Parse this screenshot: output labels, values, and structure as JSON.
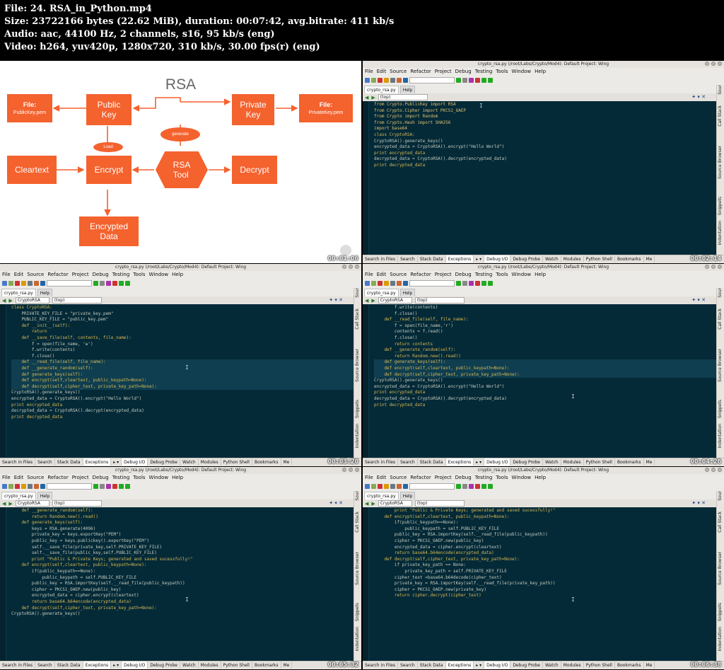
{
  "header": {
    "lines": [
      "File: 24. RSA_in_Python.mp4",
      "Size: 23722166 bytes (22.62 MiB), duration: 00:07:42, avg.bitrate: 411 kb/s",
      "Audio: aac, 44100 Hz, 2 channels, s16, 95 kb/s (eng)",
      "Video: h264, yuv420p, 1280x720, 310 kb/s, 30.00 fps(r) (eng)"
    ]
  },
  "slide": {
    "title": "RSA",
    "file_public": "File:",
    "file_public_name": "PublicKey.pem",
    "public_key": "Public\nKey",
    "private_key": "Private\nKey",
    "file_private": "File:",
    "file_private_name": "PrivateKey.pem",
    "generate": "generate",
    "load": "Load",
    "cleartext": "Cleartext",
    "encrypt": "Encrypt",
    "rsa_tool": "RSA\nTool",
    "decrypt": "Decrypt",
    "encrypted_data": "Encrypted\nData",
    "timestamp": "00:01:06"
  },
  "ide": {
    "title": "crypto_rsa.py (/root/Labs/Crypto/Mod4): Default Project: Wing",
    "menu": [
      "File",
      "Edit",
      "Source",
      "Refactor",
      "Project",
      "Debug",
      "Testing",
      "Tools",
      "Window",
      "Help"
    ],
    "file_tab": "crypto_rsa.py",
    "help_tab": "Help",
    "side_tabs": [
      "Sour",
      "Call Stack",
      "Source Browser",
      "Snippets",
      "Indentation"
    ],
    "bottom_tabs": [
      "Search in Files",
      "Search",
      "Stack Data",
      "Exceptions",
      "Debug I/O",
      "Debug Probe",
      "Watch",
      "Modules",
      "Python Shell",
      "Bookmarks",
      "Me"
    ],
    "scope_top": "(top)",
    "scope_class": "CryptoRSA"
  },
  "tiles": [
    {
      "timestamp": "00:02:14",
      "scope": "(top)",
      "code": [
        "from Crypto.PublicKey import RSA",
        "from Crypto.Cipher import PKCS1_OAEP",
        "from Crypto import Random",
        "from Crypto.Hash import SHA256",
        "import base64",
        "",
        "class CryptoRSA:",
        "CryptoRSA().generate_keys()",
        "encrypted_data = CryptoRSA().encrypt(\"Hello World\")",
        "print encrypted_data",
        "decrypted_data = CryptoRSA().decrypt(encrypted_data)",
        "print decrypted_data"
      ]
    },
    {
      "timestamp": "00:03:20",
      "scope": "CryptoRSA",
      "code": [
        "class CryptoRSA:",
        "    PRIVATE_KEY_FILE = \"private_key.pem\"",
        "    PUBLIC_KEY_FILE = \"public_key.pem\"",
        "",
        "    def __init__(self):",
        "        return",
        "",
        "    def __save_file(self, contents, file_name):",
        "        f = open(file_name, 'w')",
        "        f.write(contents)",
        "        f.close()",
        "",
        "    def __read_file(self, file_name):",
        "    def __generate_random(self):",
        "    def generate_keys(self):",
        "    def encrypt(self,cleartext, public_keypath=None):",
        "    def decrypt(self,cipher_text, private_key_path=None):",
        "",
        "CryptoRSA().generate_keys()",
        "encrypted_data = CryptoRSA().encrypt(\"Hello World\")",
        "print encrypted_data",
        "decrypted_data = CryptoRSA().decrypt(encrypted_data)",
        "print decrypted_data"
      ]
    },
    {
      "timestamp": "00:04:26",
      "scope": "CryptoRSA",
      "code": [
        "        f.write(contents)",
        "        f.close()",
        "",
        "    def __read_file(self, file_name):",
        "        f = open(file_name,'r')",
        "        contents = f.read()",
        "        f.close()",
        "        return contents",
        "",
        "    def __generate_random(self):",
        "        return Random.new().read()",
        "",
        "    def generate_keys(self):",
        "    def encrypt(self,cleartext, public_keypath=None):",
        "    def decrypt(self,cipher_text, private_key_path=None):",
        "",
        "CryptoRSA().generate_keys()",
        "encrypted_data = CryptoRSA().encrypt(\"Hello World\")",
        "print encrypted_data",
        "decrypted_data = CryptoRSA().decrypt(encrypted_data)",
        "print decrypted_data"
      ]
    },
    {
      "timestamp": "00:05:32",
      "scope": "CryptoRSA",
      "code": [
        "    def __generate_random(self):",
        "        return Random.new().read()",
        "",
        "    def generate_keys(self):",
        "        keys = RSA.generate(4096)",
        "        private_key = keys.exportKey(\"PEM\")",
        "        public_key = keys.publickey().exportKey(\"PEM\")",
        "        self.__save_file(private_key,self.PRIVATE_KEY_FILE)",
        "        self.__save_file(public_key,self.PUBLIC_KEY_FILE)",
        "        print \"Public & Private Keys; generated and saved sucessfully!\"",
        "",
        "    def encrypt(self,cleartext, public_keypath=None):",
        "        if(public_keypath==None):",
        "            public_keypath = self.PUBLIC_KEY_FILE",
        "",
        "        public_key = RSA.importKey(self.__read_file(public_keypath))",
        "        cipher = PKCS1_OAEP.new(public_key)",
        "        encrypted_data = cipher.encrypt(cleartext)",
        "        return base64.b64encode(encrypted_data)",
        "",
        "    def decrypt(self,cipher_text, private_key_path=None):",
        "",
        "CryptoRSA().generate_keys()"
      ]
    },
    {
      "timestamp": "00:06:38",
      "scope": "CryptoRSA",
      "code": [
        "        print \"Public & Private Keys; generated and saved sucessfully!\"",
        "",
        "    def encrypt(self,cleartext, public_keypath=None):",
        "        if(public_keypath==None):",
        "            public_keypath = self.PUBLIC_KEY_FILE",
        "",
        "        public_key = RSA.importKey(self.__read_file(public_keypath))",
        "        cipher = PKCS1_OAEP.new(public_key)",
        "        encrypted_data = cipher.encrypt(cleartext)",
        "        return base64.b64encode(encrypted_data)",
        "",
        "    def decrypt(self,cipher_text, private_key_path=None):",
        "        if private_key_path == None:",
        "            private_key_path = self.PRIVATE_KEY_FILE",
        "",
        "        cipher_text =base64.b64decode(cipher_text)",
        "        private_key = RSA.importKey(self.__read_file(private_key_path))",
        "        cipher = PKCS1_OAEP.new(private_key)",
        "        return cipher.decrypt(cipher_text)"
      ]
    }
  ]
}
